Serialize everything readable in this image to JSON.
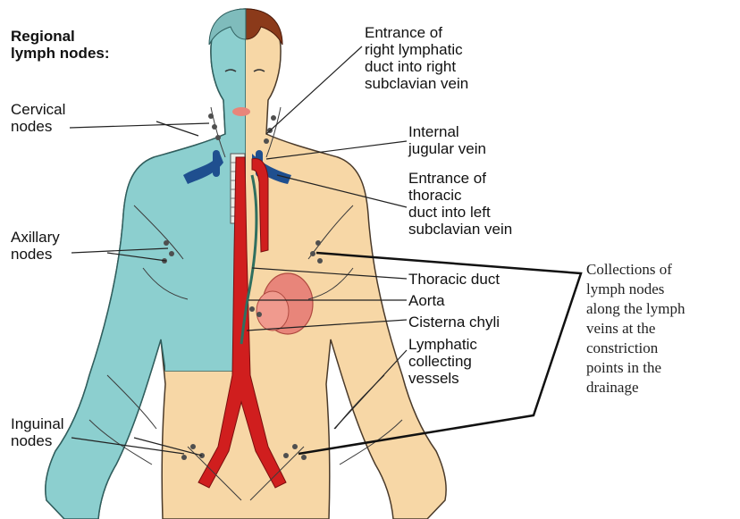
{
  "labels": {
    "regional_title": "Regional\nlymph nodes:",
    "cervical": "Cervical\nnodes",
    "axillary": "Axillary\nnodes",
    "inguinal": "Inguinal\nnodes",
    "right_entrance": "Entrance of\nright lymphatic\nduct into right\nsubclavian vein",
    "internal_jugular": "Internal\njugular vein",
    "left_entrance": "Entrance of\nthoracic\nduct into left\nsubclavian vein",
    "thoracic_duct": "Thoracic duct",
    "aorta": "Aorta",
    "cisterna": "Cisterna chyli",
    "collecting": "Lymphatic\ncollecting\nvessels"
  },
  "annotation": "Collections of\nlymph nodes\nalong the lymph\nveins at the\nconstriction\npoints in the\ndrainage",
  "colors": {
    "right_drainage": "#8ccfcf",
    "left_body": "#f7d7a6",
    "hair": "#8b3a1a",
    "aorta": "#d01e1e",
    "vein": "#1f4f8f",
    "cisterna": "#e8857a",
    "lymph_lines": "#3c3c3c"
  }
}
